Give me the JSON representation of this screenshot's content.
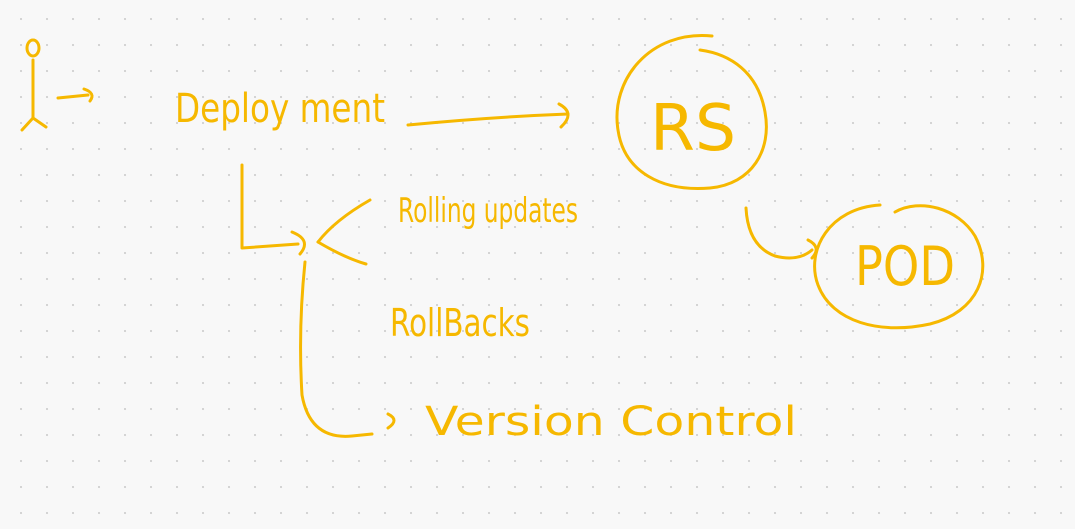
{
  "whiteboard": {
    "ink_color": "#f6b800",
    "background_color": "#f8f8f8",
    "nodes": {
      "deployment": "Deploy ment",
      "rolling_updates": "Rolling updates",
      "rollbacks": "RollBacks",
      "version_control": "Version Control",
      "replicaset": "RS",
      "pod": "POD"
    },
    "icons": [
      "person-icon"
    ]
  }
}
